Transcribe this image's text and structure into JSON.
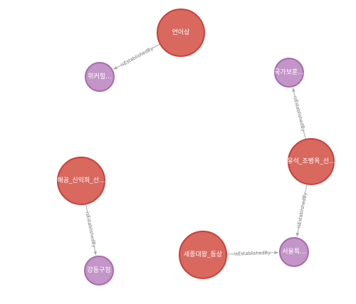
{
  "graph": {
    "nodes": [
      {
        "id": "n1",
        "label": "연어상",
        "type": "red"
      },
      {
        "id": "n2",
        "label": "위커힐...",
        "type": "purple"
      },
      {
        "id": "n3",
        "label": "국가보훈...",
        "type": "purple"
      },
      {
        "id": "n4",
        "label": "유석_조병옥_선...",
        "type": "red"
      },
      {
        "id": "n5",
        "label": "해공_신익희_선...",
        "type": "red"
      },
      {
        "id": "n6",
        "label": "강동구청",
        "type": "purple"
      },
      {
        "id": "n7",
        "label": "세종대왕_동상",
        "type": "red"
      },
      {
        "id": "n8",
        "label": "서울특...",
        "type": "purple"
      }
    ],
    "edges": [
      {
        "from": "n1",
        "to": "n2",
        "label": "isEstablishedBy"
      },
      {
        "from": "n4",
        "to": "n3",
        "label": "isEstablishedBy"
      },
      {
        "from": "n4",
        "to": "n8",
        "label": "isEstablishedBy"
      },
      {
        "from": "n5",
        "to": "n6",
        "label": "isEstablishedBy"
      },
      {
        "from": "n7",
        "to": "n8",
        "label": "isEstablishedBy"
      }
    ],
    "colors": {
      "red_fill": "#d9685f",
      "red_stroke": "#c94139",
      "purple_fill": "#c495c8",
      "purple_stroke": "#a66bab",
      "edge": "#a5abb6"
    }
  }
}
